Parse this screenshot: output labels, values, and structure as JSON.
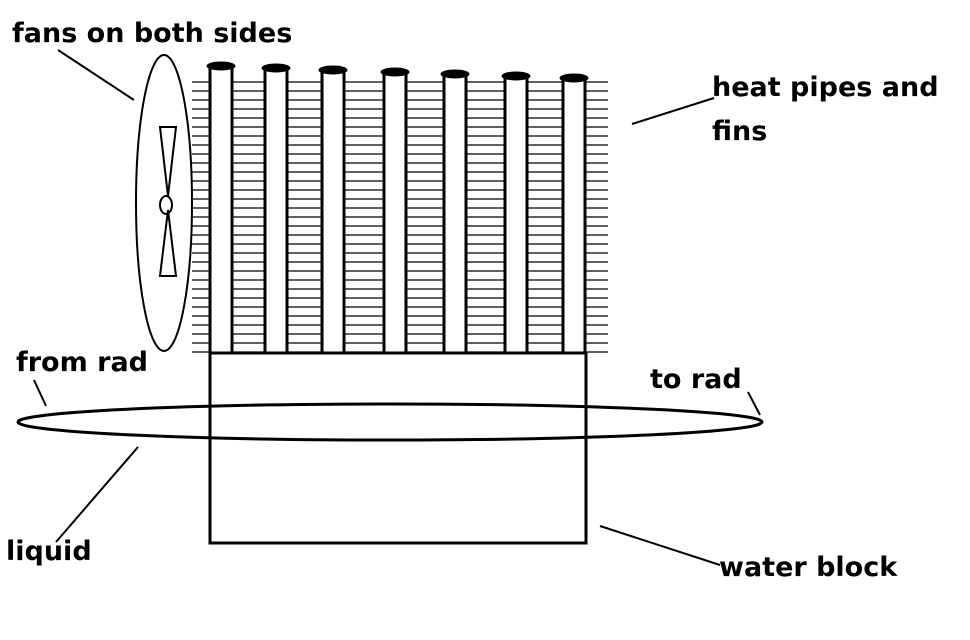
{
  "labels": {
    "fans": "fans on both sides",
    "heat_pipes_line1": "heat pipes and",
    "heat_pipes_line2": "fins",
    "from_rad": "from rad",
    "to_rad": "to rad",
    "liquid": "liquid",
    "water_block": "water block"
  },
  "colors": {
    "stroke": "#000000",
    "background": "#ffffff"
  }
}
